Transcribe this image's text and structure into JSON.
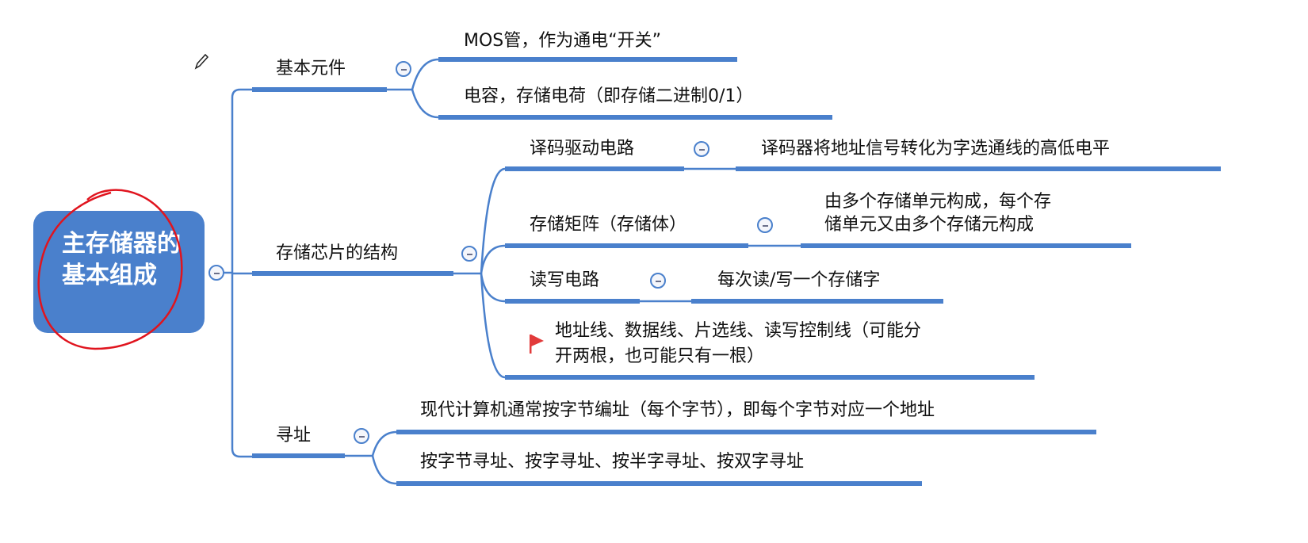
{
  "root": {
    "label": "主存储器的基本组成"
  },
  "colors": {
    "accent": "#4a80cc",
    "annotation": "#e0141e",
    "flag": "#e23b3b"
  },
  "branches": [
    {
      "label": "基本元件",
      "children": [
        {
          "label": "MOS管，作为通电“开关”"
        },
        {
          "label": "电容，存储电荷（即存储二进制0/1）"
        }
      ]
    },
    {
      "label": "存储芯片的结构",
      "children": [
        {
          "label": "译码驱动电路",
          "detail": "译码器将地址信号转化为字选通线的高低电平"
        },
        {
          "label": "存储矩阵（存储体）",
          "detail_lines": [
            "由多个存储单元构成，每个存",
            "储单元又由多个存储元构成"
          ]
        },
        {
          "label": "读写电路",
          "detail": "每次读/写一个存储字"
        },
        {
          "label_lines": [
            "地址线、数据线、片选线、读写控制线（可能分",
            "开两根，也可能只有一根）"
          ],
          "icon": "flag-icon"
        }
      ]
    },
    {
      "label": "寻址",
      "children": [
        {
          "label": "现代计算机通常按字节编址（每个字节），即每个字节对应一个地址"
        },
        {
          "label": "按字节寻址、按字寻址、按半字寻址、按双字寻址"
        }
      ]
    }
  ]
}
